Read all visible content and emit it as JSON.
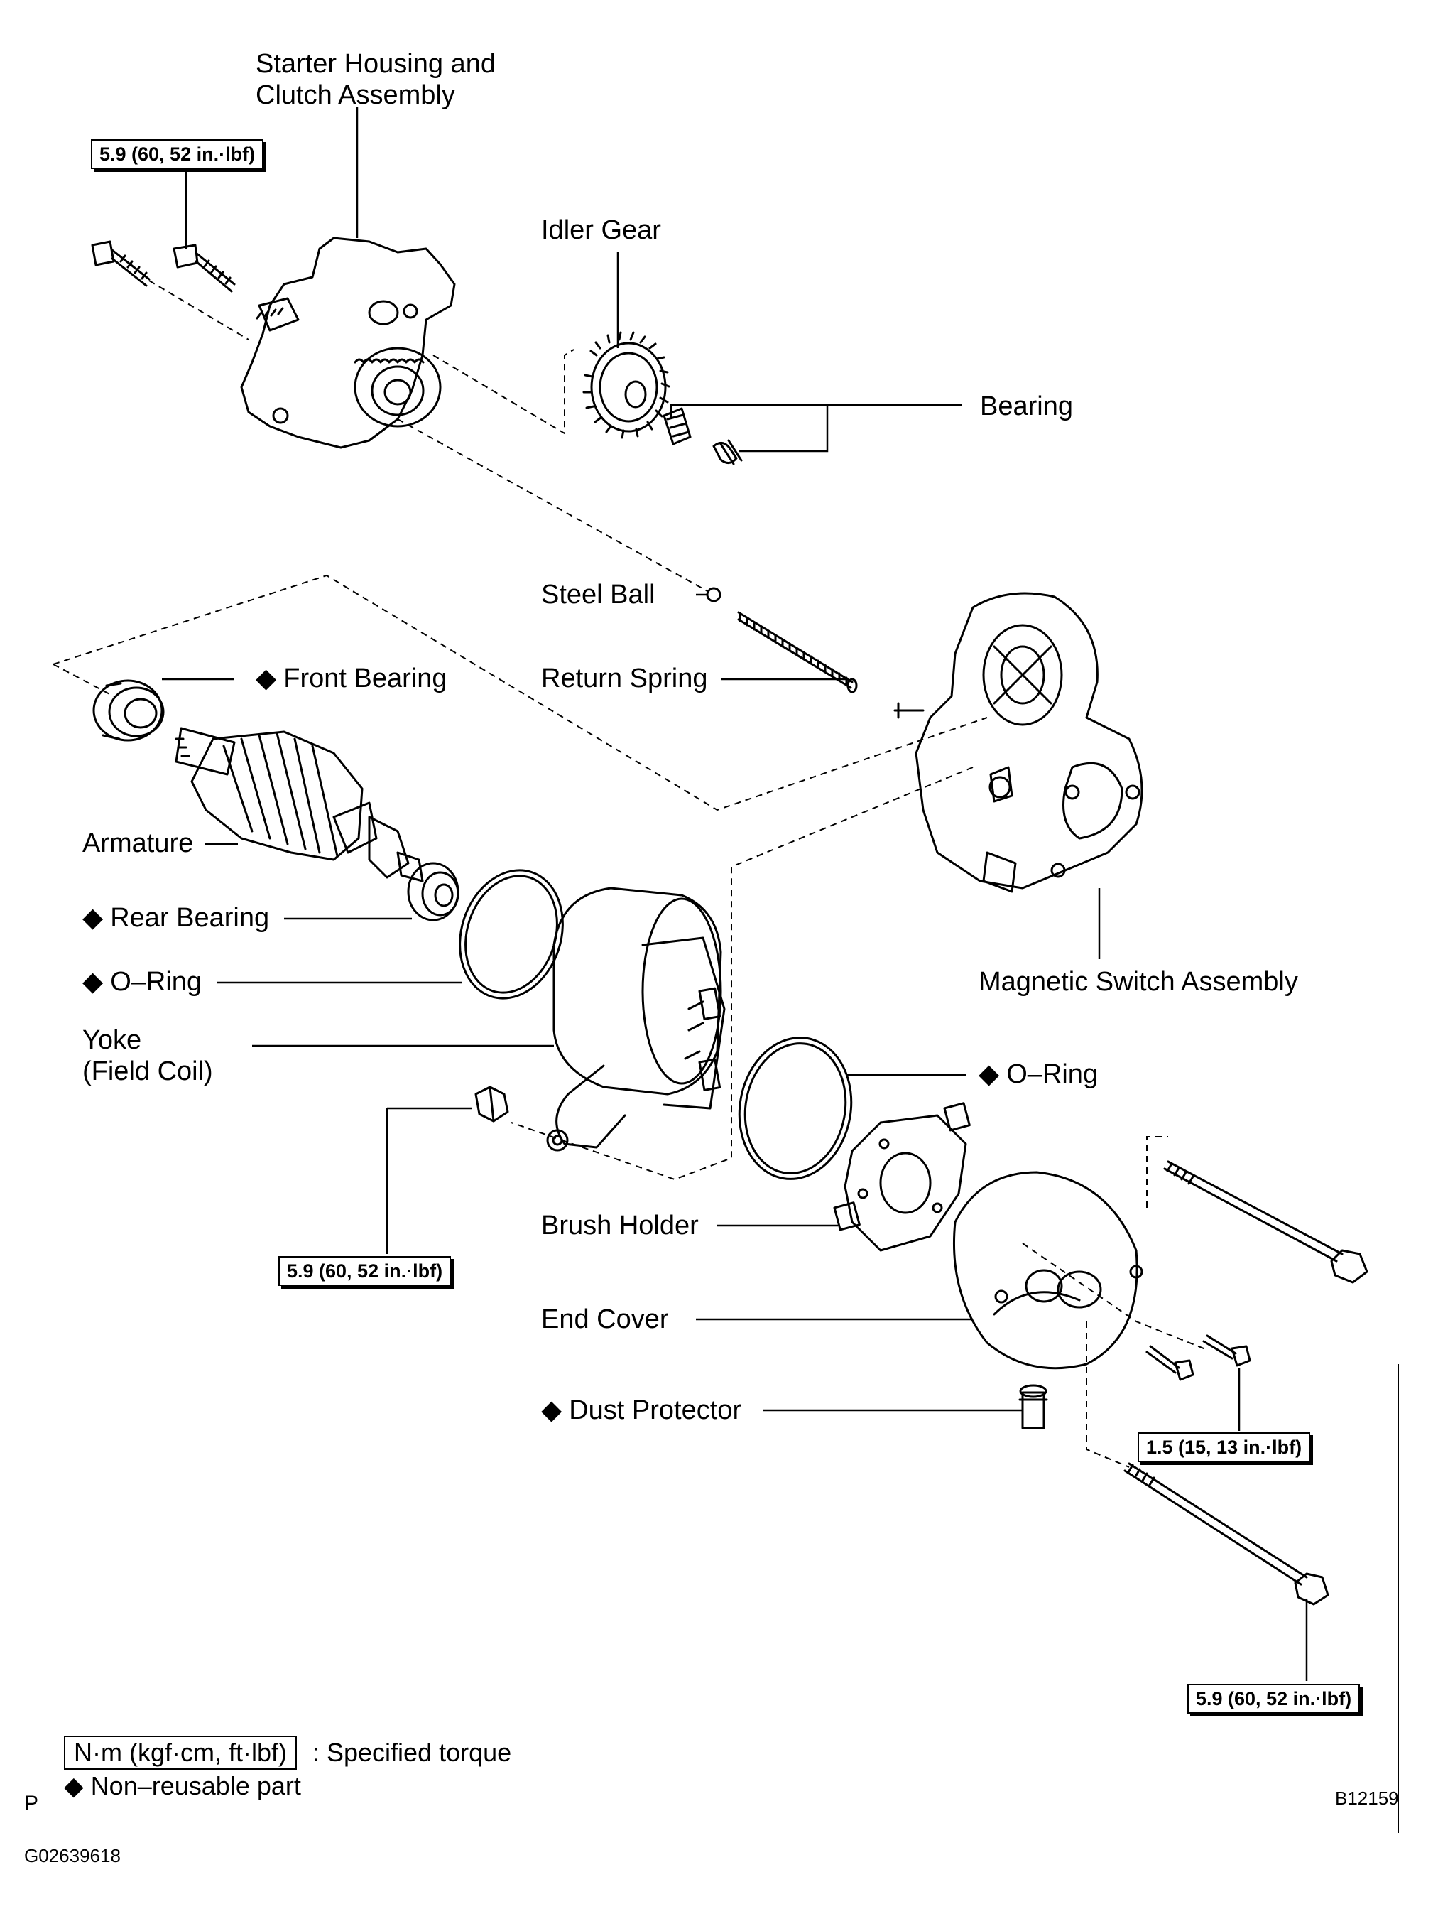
{
  "labels": {
    "starter_housing": [
      "Starter Housing and",
      "Clutch Assembly"
    ],
    "idler_gear": "Idler Gear",
    "bearing": "Bearing",
    "steel_ball": "Steel Ball",
    "return_spring": "Return Spring",
    "front_bearing": "Front Bearing",
    "armature": "Armature",
    "rear_bearing": "Rear Bearing",
    "o_ring_left": "O–Ring",
    "yoke": [
      "Yoke",
      "(Field Coil)"
    ],
    "magnetic_switch": "Magnetic Switch Assembly",
    "o_ring_right": "O–Ring",
    "brush_holder": "Brush Holder",
    "end_cover": "End Cover",
    "dust_protector": "Dust Protector"
  },
  "torque_specs": {
    "housing_bolts": "5.9 (60, 52 in.·lbf)",
    "yoke_nut": "5.9 (60, 52 in.·lbf)",
    "end_cover_screws": "1.5 (15, 13 in.·lbf)",
    "through_bolts": "5.9 (60, 52 in.·lbf)"
  },
  "legend": {
    "torque_unit": "N·m (kgf·cm, ft·lbf)",
    "torque_desc": ": Specified torque",
    "nonreusable": "Non–reusable part",
    "nonreusable_symbol": "◆"
  },
  "footer": {
    "page_mark": "P",
    "figure_id": "B12159",
    "doc_id": "G02639618"
  }
}
